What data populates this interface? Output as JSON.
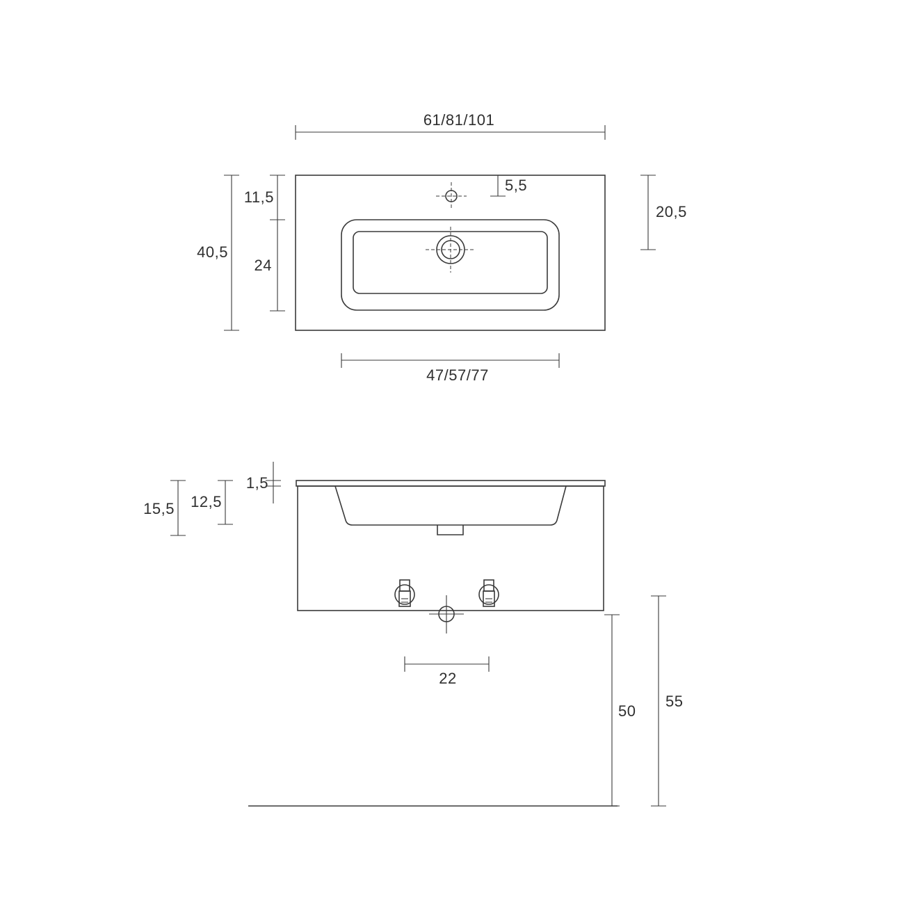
{
  "top_view": {
    "overall_width_label": "61/81/101",
    "basin_width_label": "47/57/77",
    "overall_depth_label": "40,5",
    "rear_to_basin_label": "11,5",
    "basin_depth_label": "24",
    "tap_hole_diameter_label": "5,5",
    "tap_to_drain_label": "20,5"
  },
  "side_view": {
    "rim_thickness_label": "1,5",
    "basin_height_label": "12,5",
    "total_height_label": "15,5",
    "valve_spacing_label": "22",
    "outlet_height_label": "50",
    "cabinet_bottom_height_label": "55"
  }
}
